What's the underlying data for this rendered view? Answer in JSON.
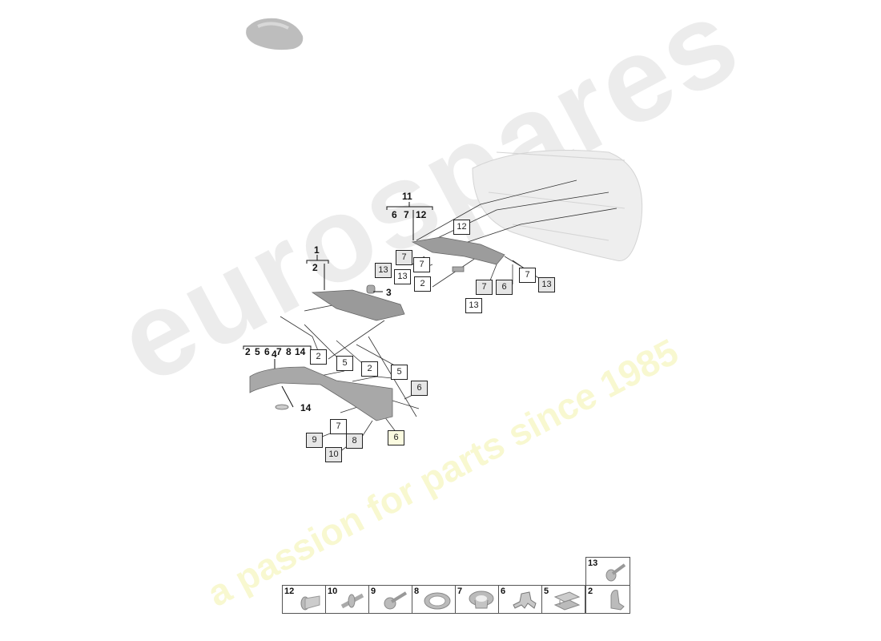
{
  "watermark": {
    "brand": "eurospares",
    "tagline": "a passion for parts since 1985"
  },
  "headers": {
    "h11": "11",
    "h11_sub": [
      "6",
      "7",
      "12"
    ],
    "h1": "1",
    "h1_sub": "2",
    "h3": "3",
    "h4": "4",
    "h4_sub": [
      "2",
      "5",
      "6",
      "7",
      "8",
      "14"
    ],
    "h14": "14"
  },
  "callouts": [
    "12",
    "7",
    "13",
    "7",
    "13",
    "2",
    "7",
    "6",
    "7",
    "13",
    "13",
    "2",
    "5",
    "2",
    "5",
    "6",
    "7",
    "9",
    "8",
    "10",
    "6"
  ],
  "legend": {
    "top": {
      "num": "13",
      "part": "bolt-with-washer"
    },
    "bottom": [
      {
        "num": "12",
        "part": "expansion-rivet"
      },
      {
        "num": "10",
        "part": "stud-bolt"
      },
      {
        "num": "9",
        "part": "screw"
      },
      {
        "num": "8",
        "part": "washer-ring"
      },
      {
        "num": "7",
        "part": "grommet"
      },
      {
        "num": "6",
        "part": "clip"
      },
      {
        "num": "5",
        "part": "spring-nut"
      },
      {
        "num": "2",
        "part": "retaining-clip"
      }
    ]
  }
}
